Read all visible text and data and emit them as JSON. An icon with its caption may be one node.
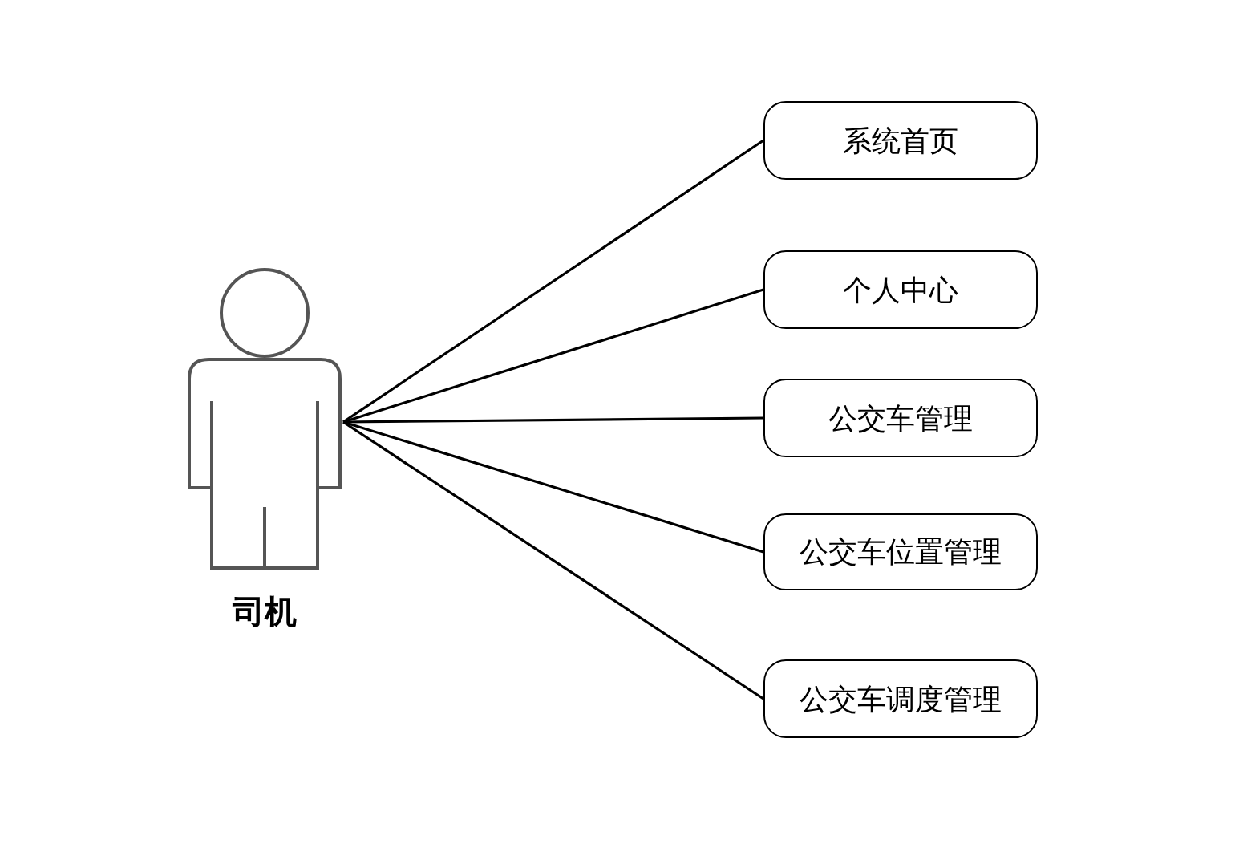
{
  "diagram": {
    "nodes": [
      {
        "text": [
          "司机"
        ]
      },
      {
        "text": [
          "系统首页"
        ]
      },
      {
        "text": [
          "个人中心"
        ]
      },
      {
        "text": [
          "公交车管理"
        ]
      },
      {
        "text": [
          "公交车位置管理"
        ]
      },
      {
        "text": [
          "公交车调度管理"
        ]
      }
    ],
    "edges": [
      {
        "from": 0,
        "to": 1,
        "arrow": "none"
      },
      {
        "from": 0,
        "to": 2,
        "arrow": "none"
      },
      {
        "from": 0,
        "to": 3,
        "arrow": "none"
      },
      {
        "from": 0,
        "to": 4,
        "arrow": "none"
      },
      {
        "from": 0,
        "to": 5,
        "arrow": "none"
      }
    ]
  }
}
